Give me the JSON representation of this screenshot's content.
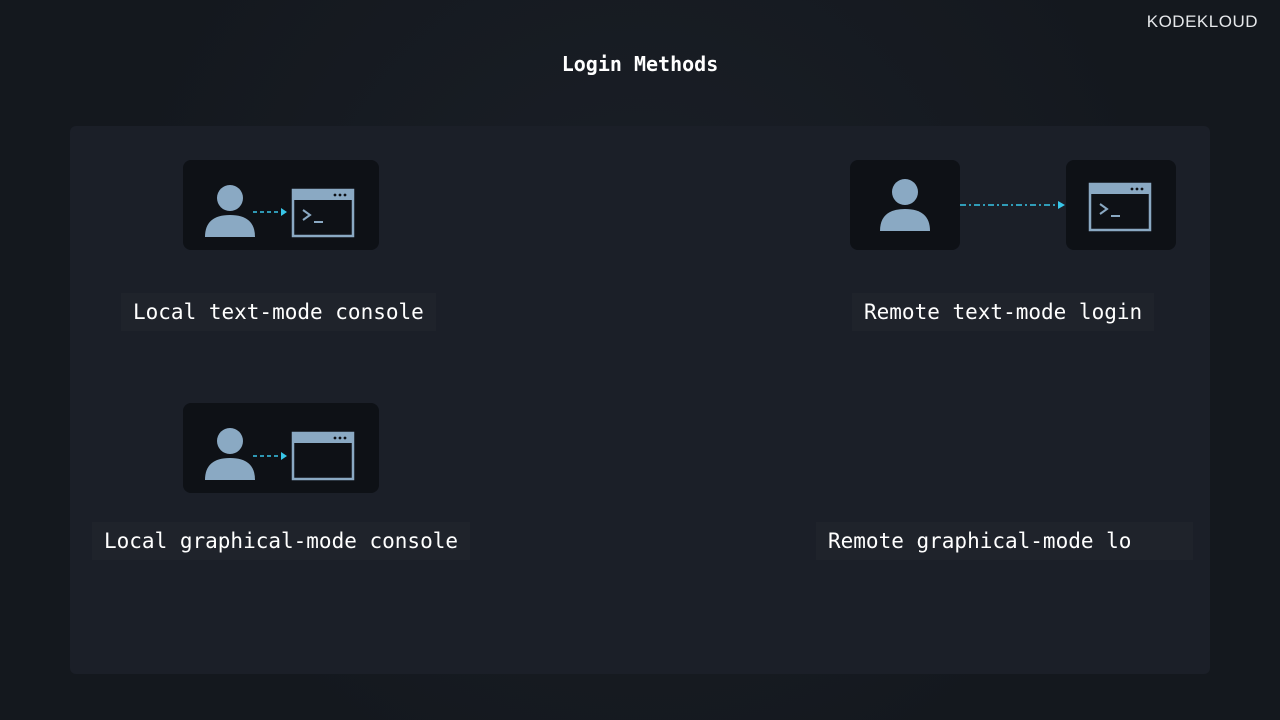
{
  "brand": {
    "logo_text": "KODEKLOUD"
  },
  "slide": {
    "title": "Login Methods"
  },
  "methods": [
    {
      "label": "Local text-mode console"
    },
    {
      "label": "Remote text-mode login"
    },
    {
      "label": "Local graphical-mode console"
    },
    {
      "label": "Remote graphical-mode lo"
    }
  ],
  "icons": {
    "user": "user-icon",
    "terminal": "terminal-window-icon",
    "window": "gui-window-icon",
    "arrow": "dashed-arrow-icon"
  },
  "colors": {
    "accent": "#38c6e8",
    "icon": "#8aa9c3",
    "card": "#0e1116",
    "panel": "#1b1f28"
  }
}
